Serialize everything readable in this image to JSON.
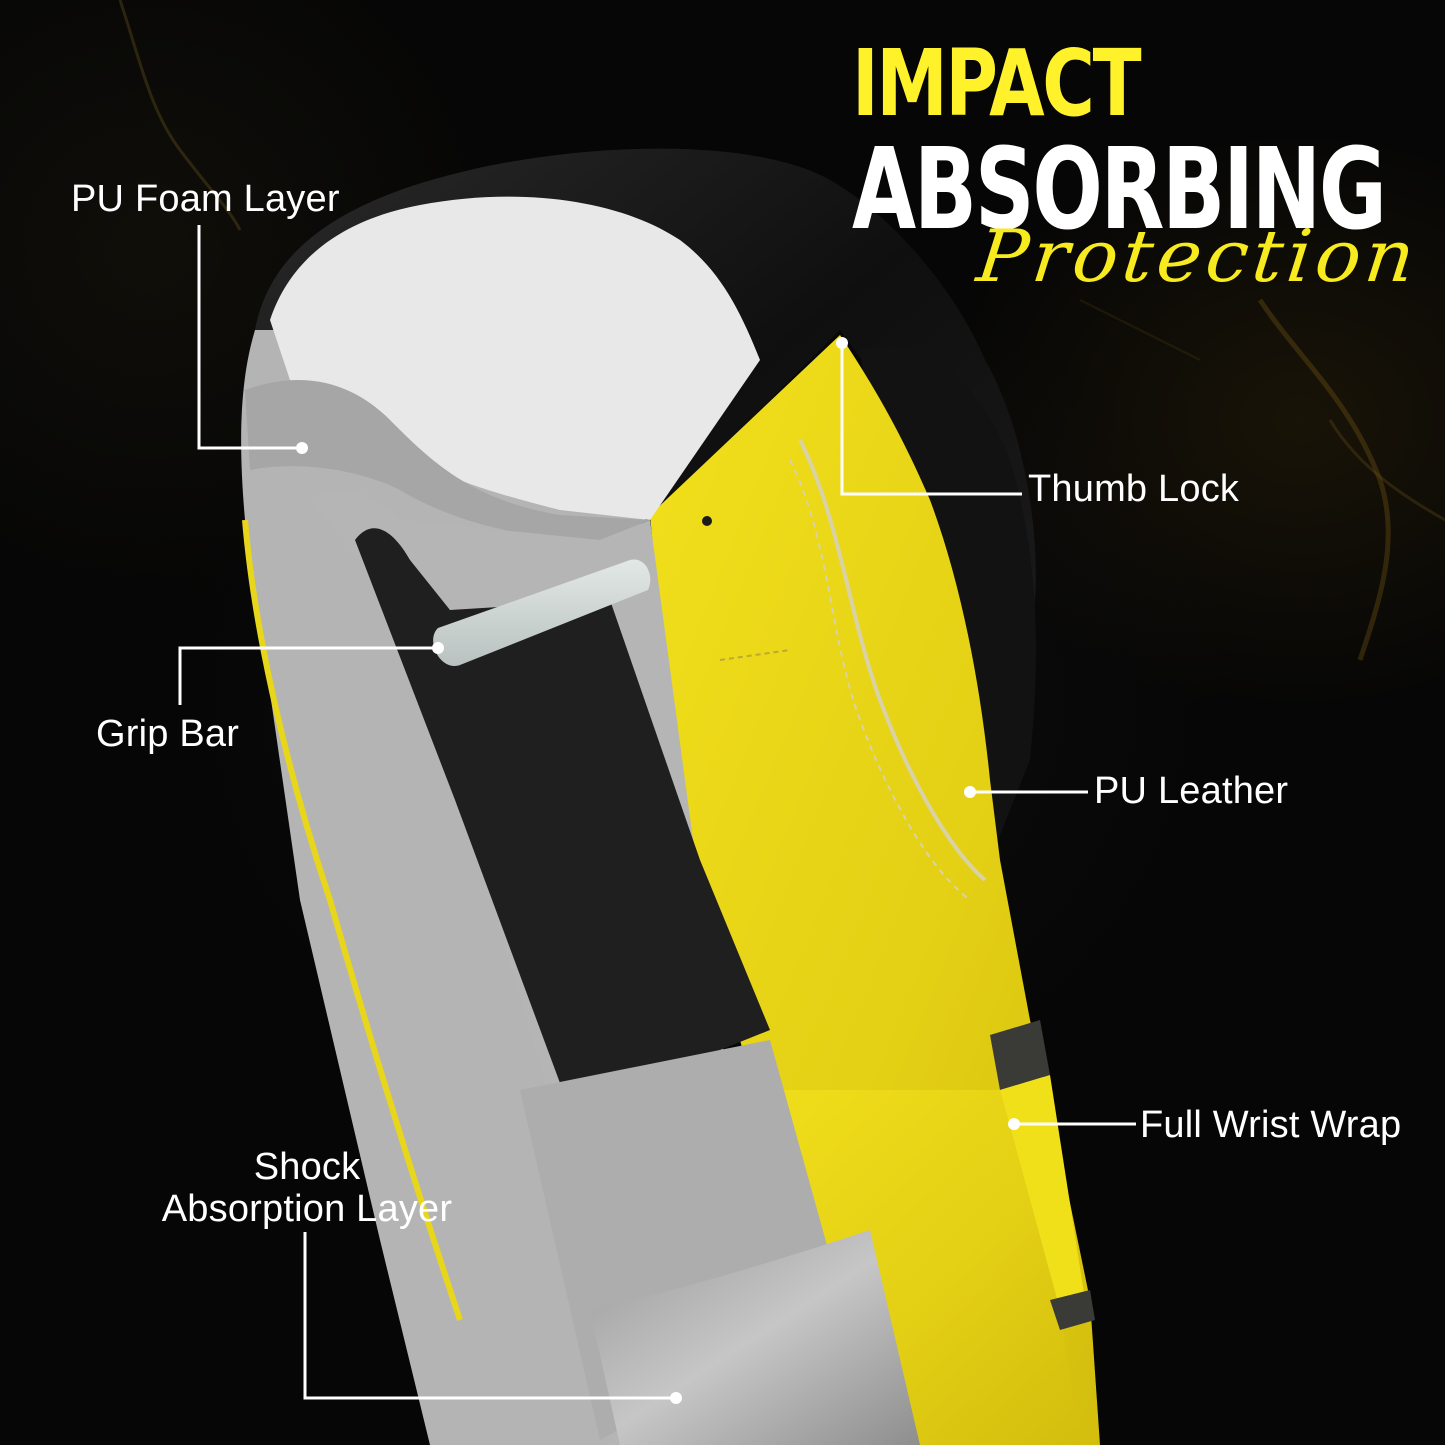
{
  "headline": {
    "line1": "IMPACT",
    "line2": "ABSORBING",
    "script": "Protection"
  },
  "colors": {
    "background": "#060606",
    "accent_yellow": "#fff22a",
    "script_yellow": "#f7ea1e",
    "text_white": "#ffffff",
    "glove_black": "#151515",
    "glove_yellow": "#e9d81a",
    "foam_white": "#e6e6e6",
    "foam_gray": "#a9a9a9",
    "inner_black_foam": "#1e1e1e"
  },
  "callouts": [
    {
      "id": "pu-foam-layer",
      "label": "PU Foam Layer"
    },
    {
      "id": "thumb-lock",
      "label": "Thumb Lock"
    },
    {
      "id": "grip-bar",
      "label": "Grip Bar"
    },
    {
      "id": "pu-leather",
      "label": "PU Leather"
    },
    {
      "id": "full-wrist-wrap",
      "label": "Full Wrist Wrap"
    },
    {
      "id": "shock-absorption-layer",
      "label_line1": "Shock",
      "label_line2": "Absorption Layer"
    }
  ]
}
